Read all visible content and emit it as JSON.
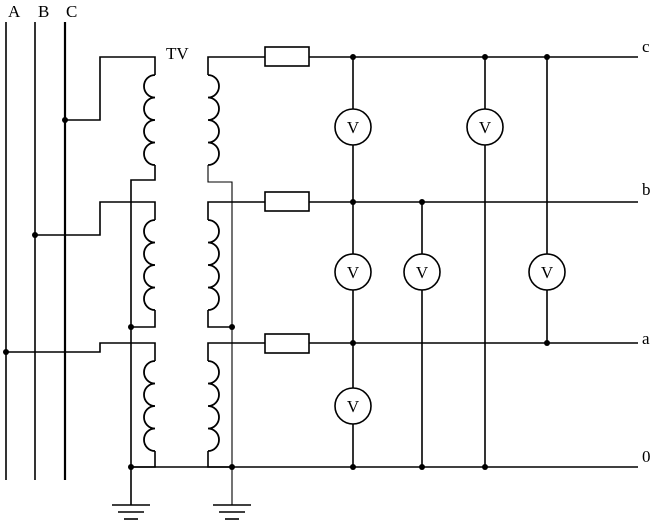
{
  "phase_labels": [
    "A",
    "B",
    "C"
  ],
  "transformer_label": "TV",
  "output_labels": {
    "c": "c",
    "b": "b",
    "a": "a",
    "n": "0"
  },
  "voltmeter_label": "V"
}
